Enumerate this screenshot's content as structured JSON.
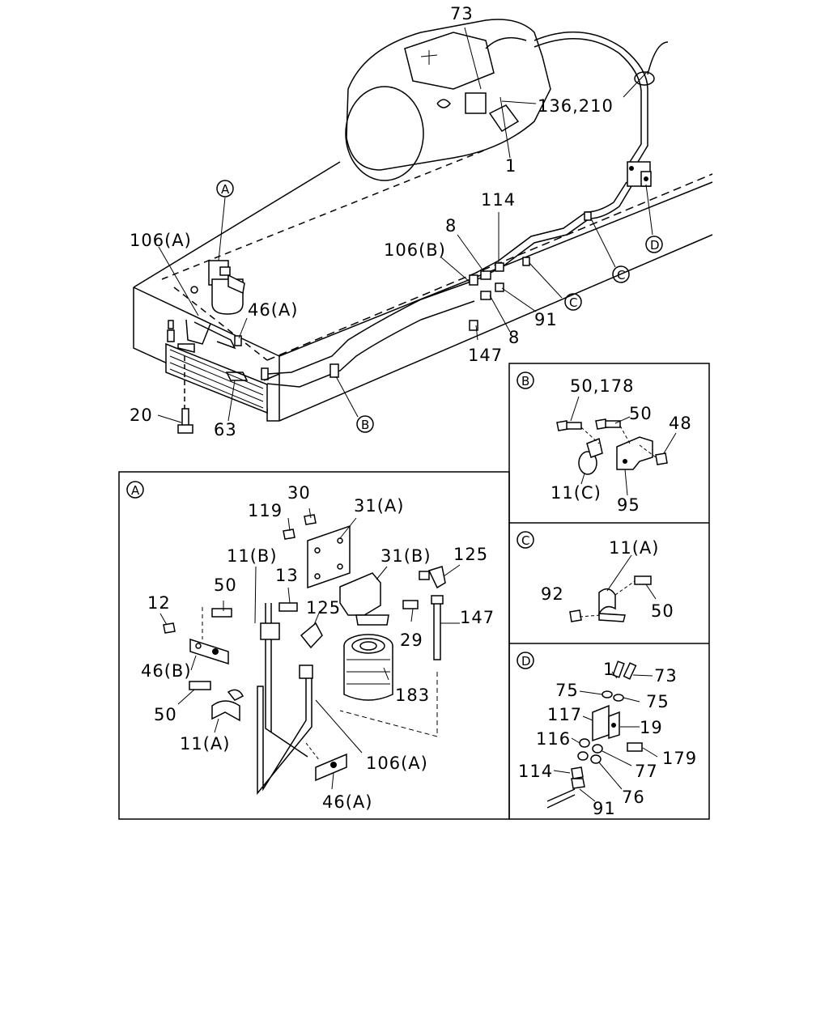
{
  "main": {
    "labels": {
      "p73": "73",
      "p136_210": "136,210",
      "p1": "1",
      "p114": "114",
      "p8a": "8",
      "p106b": "106(B)",
      "p91": "91",
      "p8b": "8",
      "p147": "147",
      "p106a": "106(A)",
      "p46a": "46(A)",
      "p20": "20",
      "p63": "63"
    },
    "callouts": {
      "a": "A",
      "b": "B",
      "c1": "C",
      "c2": "C",
      "d": "D"
    }
  },
  "detail_a": {
    "tag": "A",
    "labels": {
      "p30": "30",
      "p119": "119",
      "p31a": "31(A)",
      "p11b": "11(B)",
      "p31b": "31(B)",
      "p125a": "125",
      "p50a": "50",
      "p13": "13",
      "p12": "12",
      "p125b": "125",
      "p147": "147",
      "p29": "29",
      "p46b": "46(B)",
      "p183": "183",
      "p50b": "50",
      "p11a": "11(A)",
      "p106a": "106(A)",
      "p46a": "46(A)"
    }
  },
  "detail_b": {
    "tag": "B",
    "labels": {
      "p50_178": "50,178",
      "p50": "50",
      "p48": "48",
      "p11c": "11(C)",
      "p95": "95"
    }
  },
  "detail_c": {
    "tag": "C",
    "labels": {
      "p11a": "11(A)",
      "p92": "92",
      "p50": "50"
    }
  },
  "detail_d": {
    "tag": "D",
    "labels": {
      "p1": "1",
      "p73": "73",
      "p75a": "75",
      "p75b": "75",
      "p117": "117",
      "p19": "19",
      "p116": "116",
      "p179": "179",
      "p77": "77",
      "p114": "114",
      "p76": "76",
      "p91": "91"
    }
  }
}
